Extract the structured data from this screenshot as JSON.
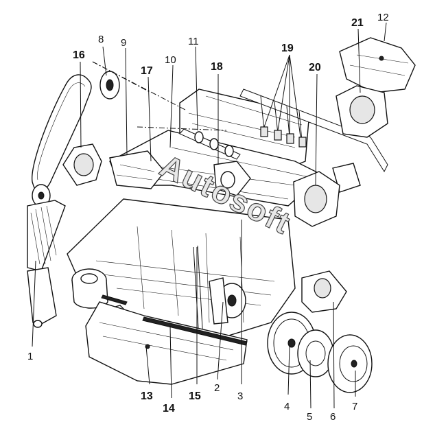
{
  "watermark": "Autosoft",
  "callouts": [
    {
      "id": "c1",
      "text": "1",
      "bold": false
    },
    {
      "id": "c2",
      "text": "2",
      "bold": false
    },
    {
      "id": "c3",
      "text": "3",
      "bold": false
    },
    {
      "id": "c4",
      "text": "4",
      "bold": false
    },
    {
      "id": "c5",
      "text": "5",
      "bold": false
    },
    {
      "id": "c6",
      "text": "6",
      "bold": false
    },
    {
      "id": "c7",
      "text": "7",
      "bold": false
    },
    {
      "id": "c8",
      "text": "8",
      "bold": false
    },
    {
      "id": "c9",
      "text": "9",
      "bold": false
    },
    {
      "id": "c10",
      "text": "10",
      "bold": false
    },
    {
      "id": "c11",
      "text": "11",
      "bold": false
    },
    {
      "id": "c12",
      "text": "12",
      "bold": false
    },
    {
      "id": "c13",
      "text": "13",
      "bold": true
    },
    {
      "id": "c14",
      "text": "14",
      "bold": true
    },
    {
      "id": "c15",
      "text": "15",
      "bold": true
    },
    {
      "id": "c16",
      "text": "16",
      "bold": true
    },
    {
      "id": "c17",
      "text": "17",
      "bold": true
    },
    {
      "id": "c18",
      "text": "18",
      "bold": true
    },
    {
      "id": "c19",
      "text": "19",
      "bold": true
    },
    {
      "id": "c20",
      "text": "20",
      "bold": true
    },
    {
      "id": "c21",
      "text": "21",
      "bold": true
    }
  ]
}
